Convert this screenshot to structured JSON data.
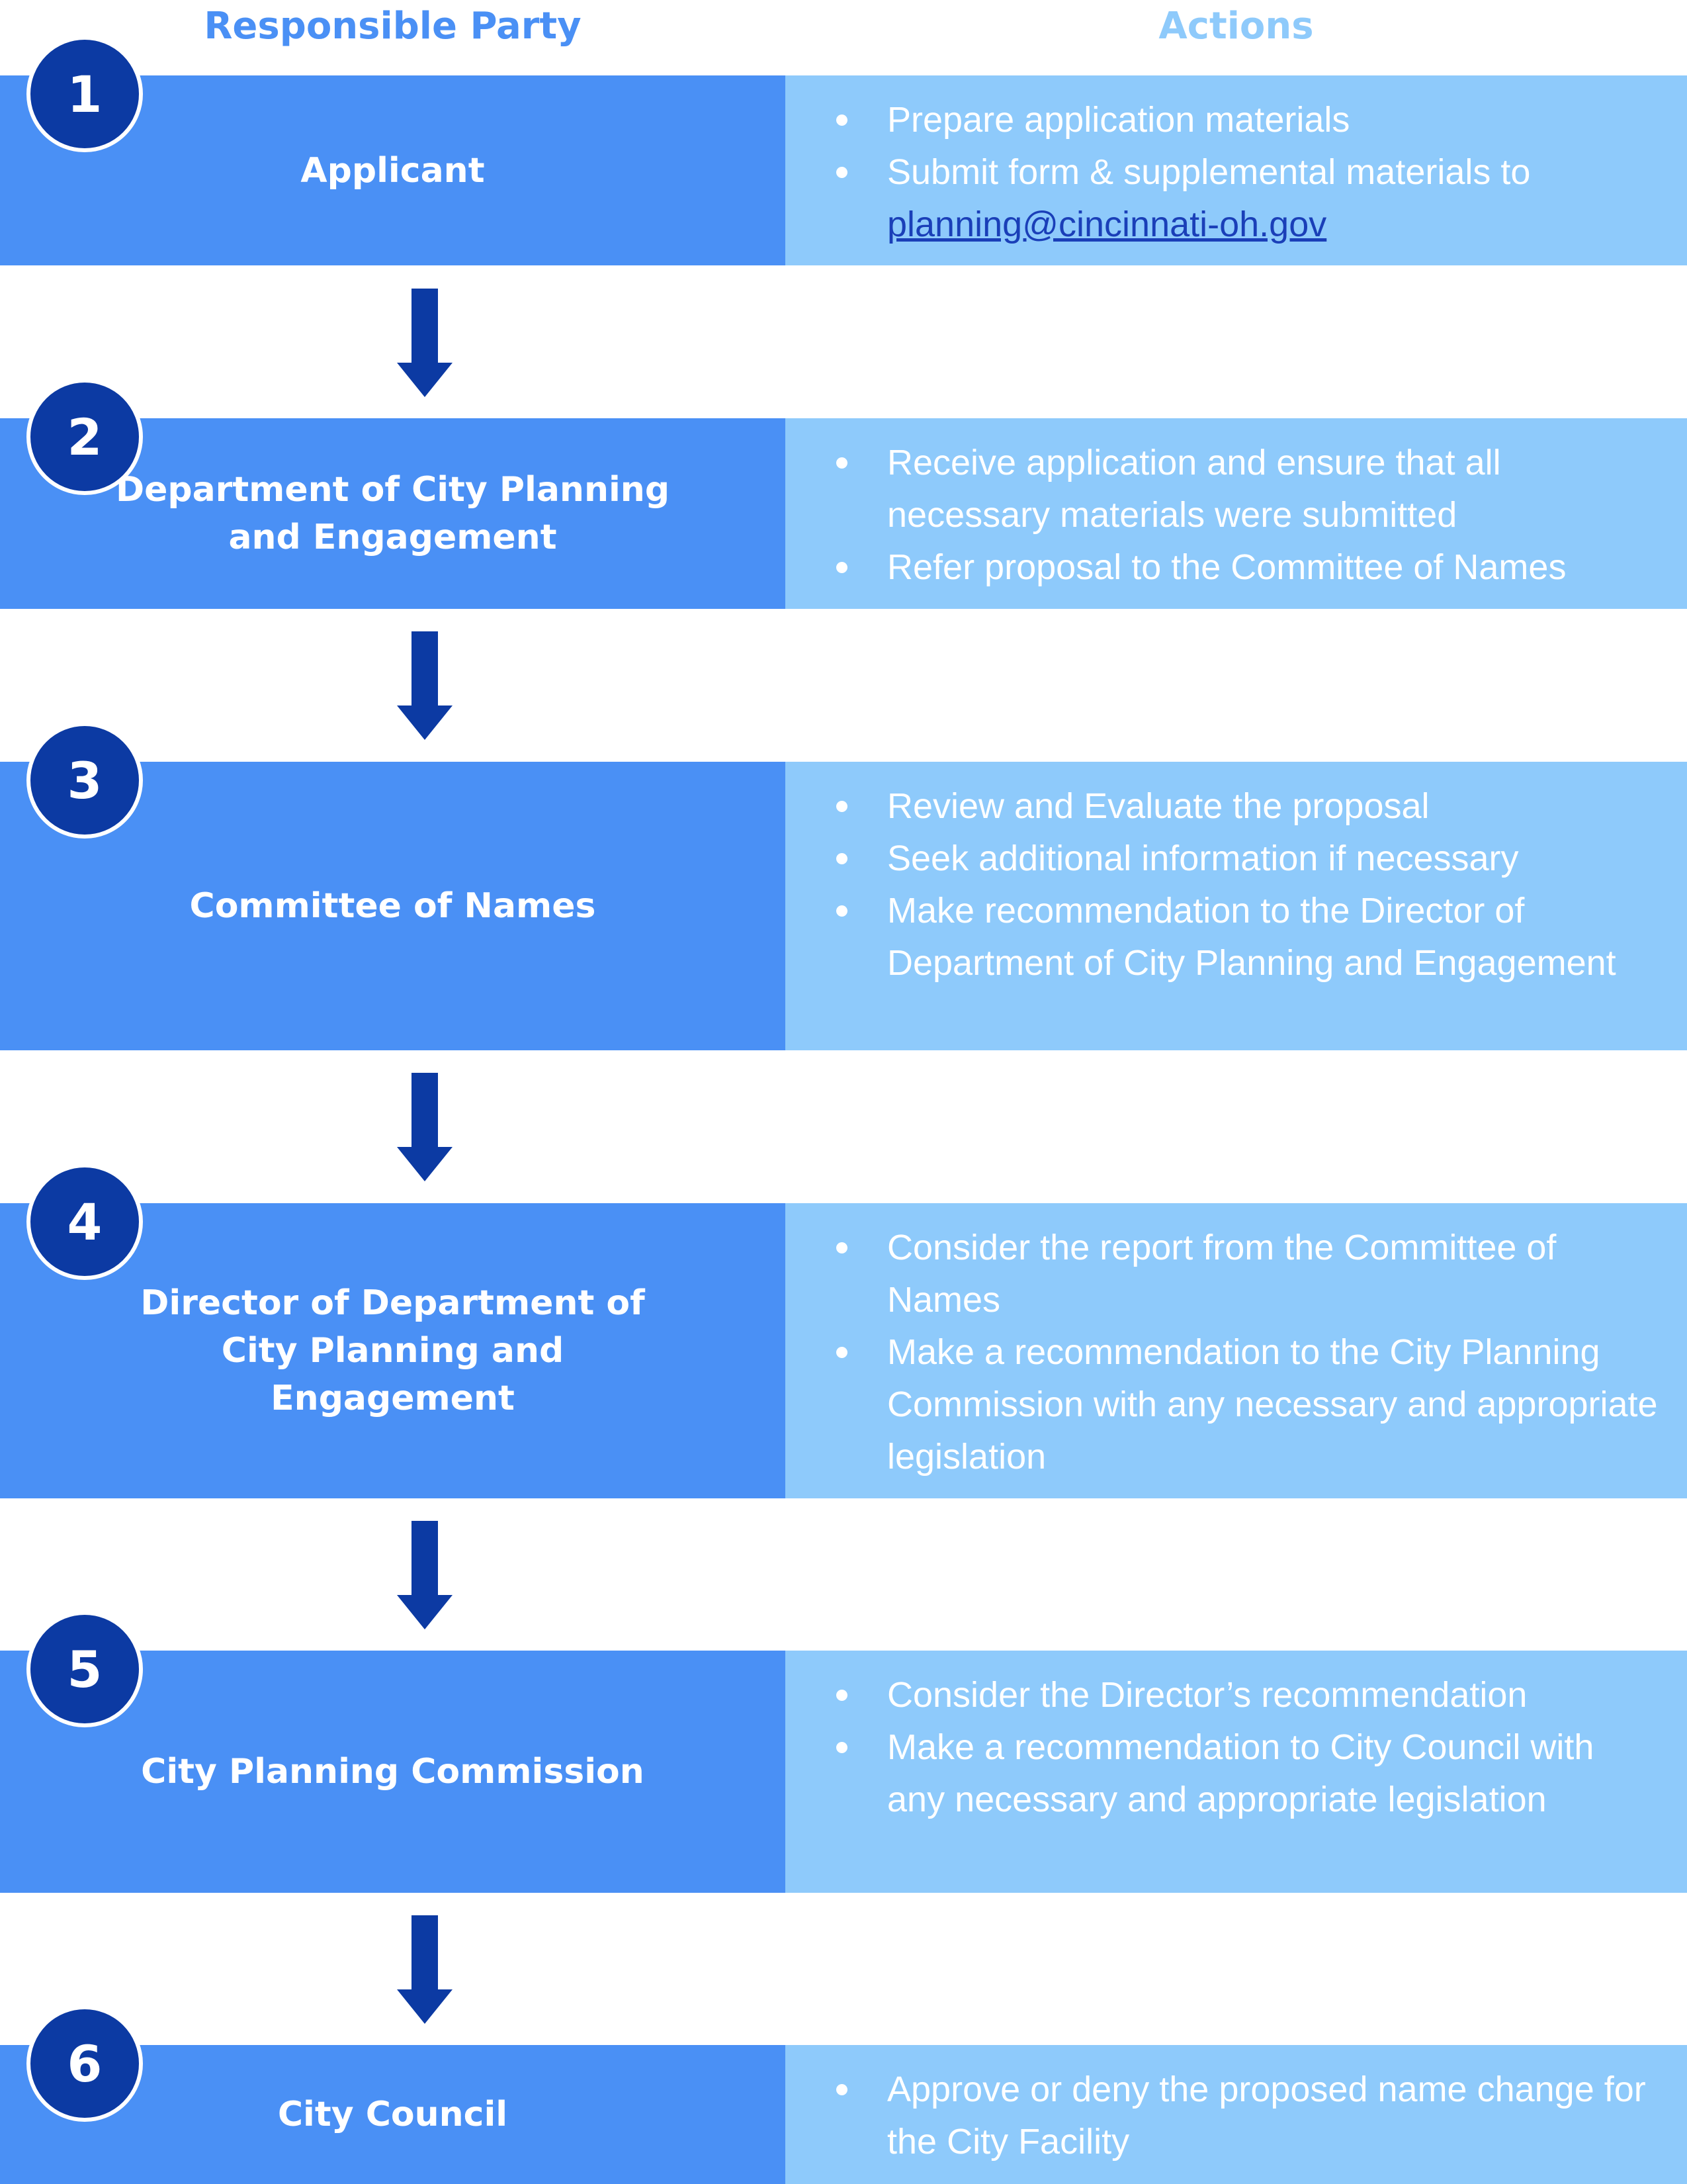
{
  "headers": {
    "party": "Responsible Party",
    "actions": "Actions"
  },
  "steps": [
    {
      "number": "1",
      "party": "Applicant",
      "actions": [
        "Prepare application materials",
        "Submit form & supplemental materials to"
      ],
      "email": "planning@cincinnati-oh.gov"
    },
    {
      "number": "2",
      "party": "Department of City Planning and Engagement",
      "actions": [
        "Receive application and ensure that all necessary materials were submitted",
        "Refer proposal to the Committee of Names"
      ]
    },
    {
      "number": "3",
      "party": "Committee of Names",
      "actions": [
        "Review and Evaluate the proposal",
        "Seek additional information if necessary",
        "Make recommendation to the Director of Department of City Planning and Engagement"
      ]
    },
    {
      "number": "4",
      "party": "Director of Department of City Planning and Engagement",
      "actions": [
        "Consider the report from the Committee of Names",
        "Make a recommendation to the City Planning Commission with any necessary and appropriate legislation"
      ]
    },
    {
      "number": "5",
      "party": "City Planning Commission",
      "actions": [
        "Consider the Director’s recommendation",
        "Make a recommendation to City Council with any necessary and appropriate legislation"
      ]
    },
    {
      "number": "6",
      "party": "City Council",
      "actions": [
        "Approve or deny the proposed name change for the City Facility"
      ]
    }
  ],
  "colors": {
    "party_fill": "#4a90f5",
    "actions_fill": "#8ecafb",
    "badge_fill": "#0c3aa3",
    "arrow_fill": "#0c3aa3",
    "link": "#1a3fb8"
  }
}
